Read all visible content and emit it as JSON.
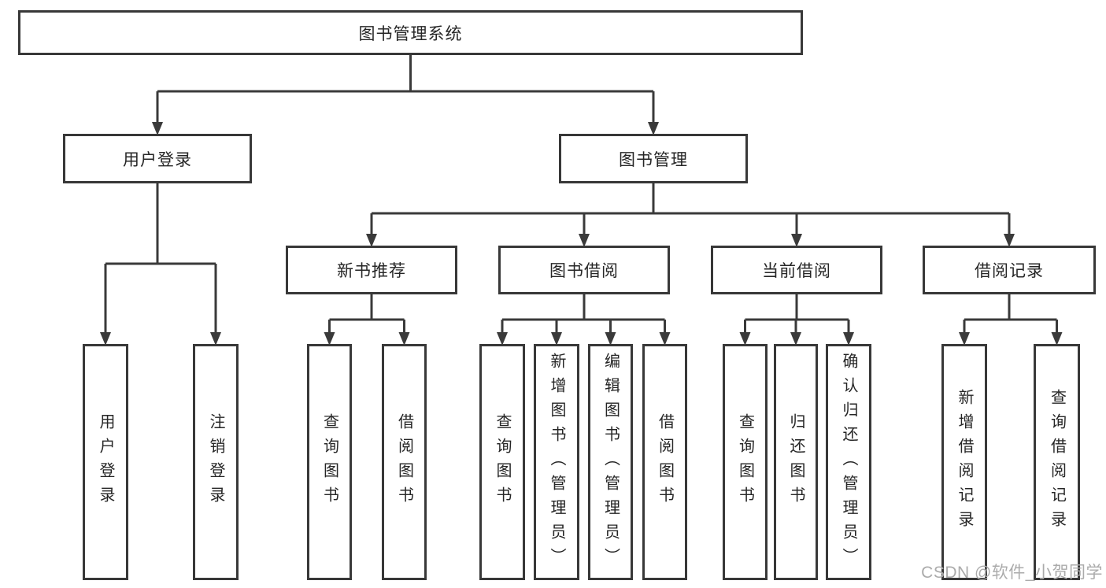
{
  "diagram": {
    "nodes": [
      {
        "id": "root",
        "label": "图书管理系统",
        "parent": null
      },
      {
        "id": "user-login",
        "label": "用户登录",
        "parent": "root"
      },
      {
        "id": "book-mgmt",
        "label": "图书管理",
        "parent": "root"
      },
      {
        "id": "new-book-rec",
        "label": "新书推荐",
        "parent": "book-mgmt"
      },
      {
        "id": "book-borrow",
        "label": "图书借阅",
        "parent": "book-mgmt"
      },
      {
        "id": "current-borrow",
        "label": "当前借阅",
        "parent": "book-mgmt"
      },
      {
        "id": "borrow-records",
        "label": "借阅记录",
        "parent": "book-mgmt"
      },
      {
        "id": "login-leaf",
        "label": "用户登录",
        "parent": "user-login"
      },
      {
        "id": "logout-leaf",
        "label": "注销登录",
        "parent": "user-login"
      },
      {
        "id": "rec-query-leaf",
        "label": "查询图书",
        "parent": "new-book-rec"
      },
      {
        "id": "rec-borrow-leaf",
        "label": "借阅图书",
        "parent": "new-book-rec"
      },
      {
        "id": "bb-query-leaf",
        "label": "查询图书",
        "parent": "book-borrow"
      },
      {
        "id": "bb-add-leaf",
        "label": "新增图书（管理员）",
        "parent": "book-borrow"
      },
      {
        "id": "bb-edit-leaf",
        "label": "编辑图书（管理员）",
        "parent": "book-borrow"
      },
      {
        "id": "bb-borrow-leaf",
        "label": "借阅图书",
        "parent": "book-borrow"
      },
      {
        "id": "cb-query-leaf",
        "label": "查询图书",
        "parent": "current-borrow"
      },
      {
        "id": "cb-return-leaf",
        "label": "归还图书",
        "parent": "current-borrow"
      },
      {
        "id": "cb-confirm-leaf",
        "label": "确认归还（管理员）",
        "parent": "current-borrow"
      },
      {
        "id": "br-add-leaf",
        "label": "新增借阅记录",
        "parent": "borrow-records"
      },
      {
        "id": "br-query-leaf",
        "label": "查询借阅记录",
        "parent": "borrow-records"
      }
    ],
    "watermark": "CSDN @软件_小贺同学",
    "colors": {
      "line": "#3a3a3a",
      "border": "#383838",
      "text": "#262626",
      "watermark": "#ababab",
      "background": "#ffffff"
    }
  }
}
